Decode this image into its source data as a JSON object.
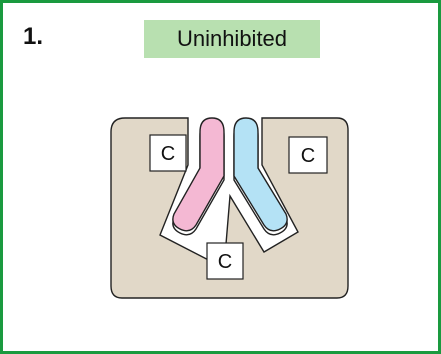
{
  "panel": {
    "number": "1.",
    "title": "Uninhibited"
  },
  "diagram": {
    "binding_sites": [
      {
        "label": "C"
      },
      {
        "label": "C"
      },
      {
        "label": "C"
      }
    ]
  },
  "colors": {
    "border": "#1a9a3f",
    "title_background": "#b8e0b0",
    "enzyme_fill": "#e1d8c8",
    "arm_left_fill": "#f4b8d3",
    "arm_right_fill": "#b4e2f5",
    "outline": "#222222"
  }
}
